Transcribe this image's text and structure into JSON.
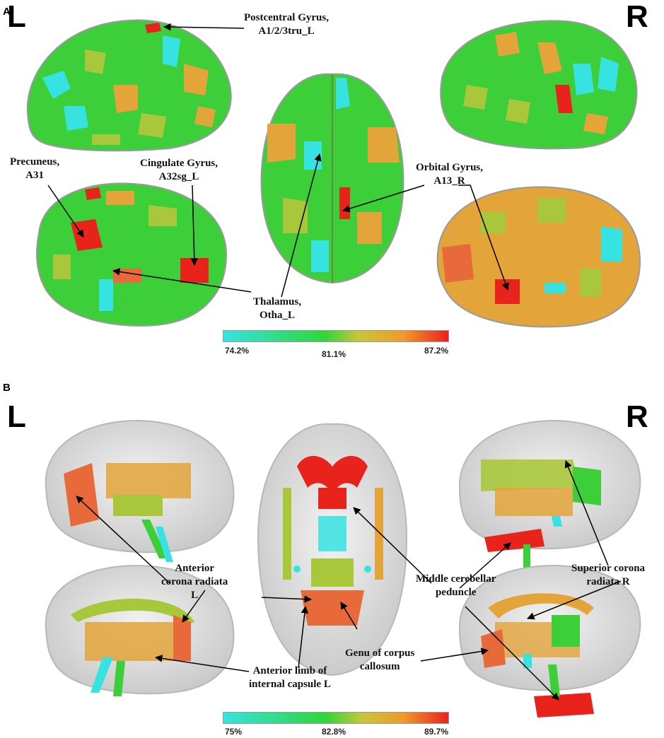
{
  "panelA": {
    "label": "A",
    "left": "L",
    "right": "R",
    "annotations": {
      "postcentral": [
        "Postcentral Gyrus,",
        "A1/2/3tru_L"
      ],
      "precuneus": [
        "Precuneus,",
        "A31"
      ],
      "cingulate": [
        "Cingulate Gyrus,",
        "A32sg_L"
      ],
      "orbital": [
        "Orbital Gyrus,",
        "A13_R"
      ],
      "thalamus": [
        "Thalamus,",
        "Otha_L"
      ]
    },
    "colorbar": {
      "min": "74.2%",
      "mid": "81.1%",
      "max": "87.2%"
    }
  },
  "panelB": {
    "label": "B",
    "left": "L",
    "right": "R",
    "annotations": {
      "acr": [
        "Anterior",
        "corona radiata",
        "L"
      ],
      "mcp": [
        "Middle cerebellar",
        "peduncle"
      ],
      "scr": [
        "Superior corona",
        "radiata R"
      ],
      "gcc": [
        "Genu of corpus",
        "callosum"
      ],
      "alic": [
        "Anterior limb of",
        "internal capsule L"
      ]
    },
    "colorbar": {
      "min": "75%",
      "mid": "82.8%",
      "max": "89.7%"
    }
  },
  "colors": {
    "cyan": "#36e3e0",
    "green": "#2fd63a",
    "yellowgreen": "#a9c73b",
    "orange": "#e3a43a",
    "red": "#e8231c",
    "glass": "#d9d9d9"
  }
}
